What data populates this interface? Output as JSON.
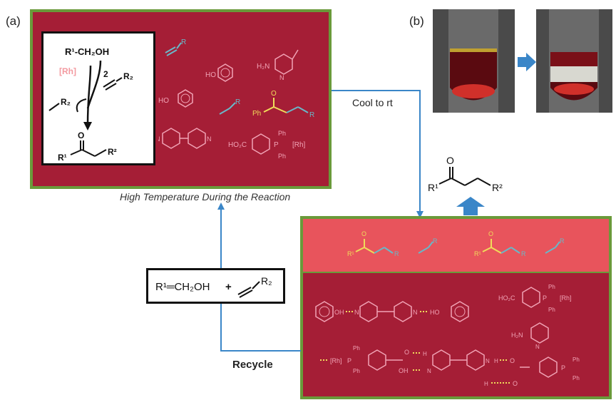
{
  "labels": {
    "panel_a": "(a)",
    "panel_b": "(b)"
  },
  "text": {
    "caption": "High Temperature During the Reaction",
    "cool": "Cool to rt",
    "recycle": "Recycle"
  },
  "scheme": {
    "reactant": "R¹-CH₂OH",
    "catalyst": "[Rh]",
    "count": "2",
    "r2": "R₂",
    "r1_product": "R¹",
    "r2_product": "R²"
  },
  "chem": {
    "h2n": "H₂N",
    "ho": "HO",
    "ph": "Ph",
    "o": "O",
    "r": "R",
    "n": "N",
    "h": "H",
    "ho2c": "HO₂C",
    "p": "P",
    "rh": "[Rh]",
    "oh": "OH",
    "r1": "R¹",
    "r2": "R²"
  },
  "reagents": {
    "alcohol": "R¹═CH₂OH",
    "plus": "+",
    "r2": "R₂"
  },
  "colors": {
    "dark_red": "#a51e36",
    "light_red": "#e8545c",
    "green_border": "#6a9a3a",
    "blue_arrow": "#3a86c8",
    "pink": "#f1a3b5",
    "cyan": "#69b8c8",
    "yellow": "#f0dc5a"
  }
}
